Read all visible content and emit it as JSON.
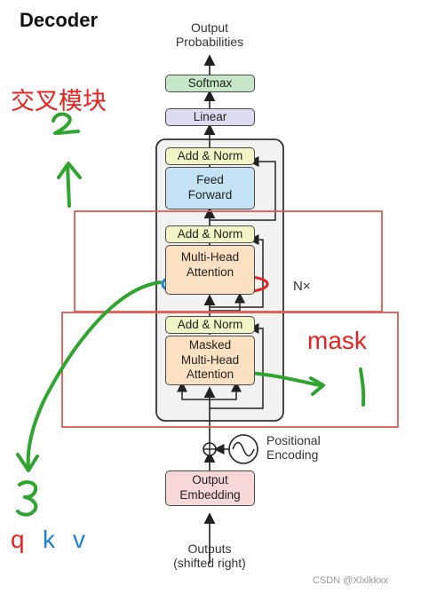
{
  "title": "Decoder",
  "output_probabilities": "Output\nProbabilities",
  "blocks": {
    "softmax": "Softmax",
    "linear": "Linear",
    "add_norm_top": "Add & Norm",
    "feed_forward": "Feed\nForward",
    "add_norm_mid": "Add & Norm",
    "multi_head_attention": "Multi-Head\nAttention",
    "add_norm_bottom": "Add & Norm",
    "masked_attention": "Masked\nMulti-Head\nAttention",
    "output_embedding": "Output\nEmbedding"
  },
  "nx_label": "N×",
  "positional_encoding": "Positional\nEncoding",
  "outputs_label": "Outputs\n(shifted right)",
  "annotations": {
    "cross_module": "交叉模块",
    "number_2": "2",
    "mask": "mask",
    "number_1": "1",
    "number_3": "3",
    "q": "q",
    "k": "k",
    "v": "v"
  },
  "watermark": "CSDN @Xlxlkkxx",
  "colors": {
    "annotation_red": "#e8231f",
    "annotation_green": "#2fa52f",
    "annotation_blue": "#1e7fd8",
    "box_border_red": "#e05a4e"
  }
}
